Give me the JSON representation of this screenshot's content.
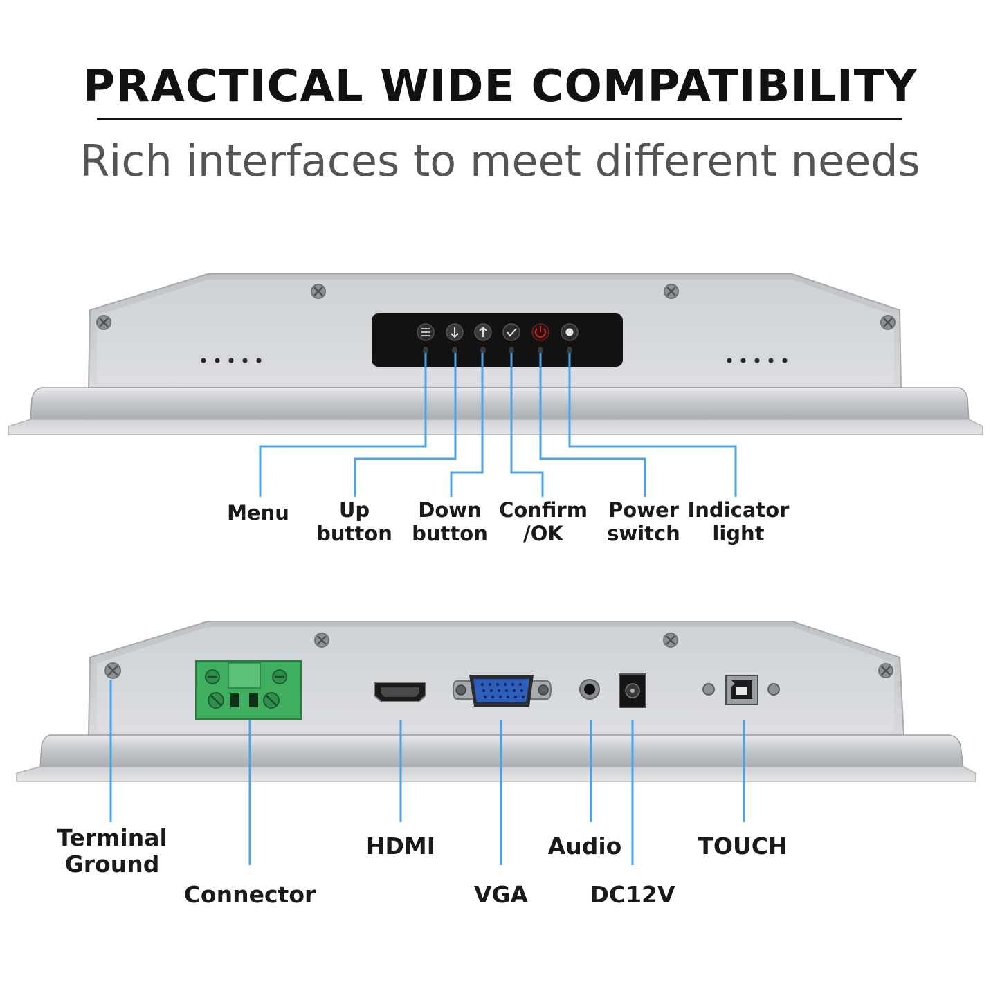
{
  "header": {
    "title": "PRACTICAL WIDE COMPATIBILITY",
    "subtitle": "Rich interfaces to meet different needs"
  },
  "colors": {
    "callout_line": "#4aa3e8",
    "panel_top": "#c9ccd0",
    "panel_face": "#d8dadd",
    "bezel": "#b9bcc0",
    "keypad": "#121212",
    "terminal_block": "#3fae5f",
    "vga_port": "#2d5fbf",
    "power_icon": "#d42020"
  },
  "front_panel": {
    "keypad_icons": [
      "menu-icon",
      "down-arrow-icon",
      "up-arrow-icon",
      "check-icon",
      "power-icon",
      "dot-icon"
    ],
    "labels": {
      "menu": "Menu",
      "up_1": "Up",
      "up_2": "button",
      "down_1": "Down",
      "down_2": "button",
      "confirm_1": "Confirm",
      "confirm_2": "/OK",
      "power_1": "Power",
      "power_2": "switch",
      "indicator_1": "Indicator",
      "indicator_2": "light"
    }
  },
  "rear_panel": {
    "labels": {
      "terminal_1": "Terminal",
      "terminal_2": "Ground",
      "connector": "Connector",
      "hdmi": "HDMI",
      "vga": "VGA",
      "audio": "Audio",
      "dc": "DC12V",
      "touch": "TOUCH"
    }
  }
}
